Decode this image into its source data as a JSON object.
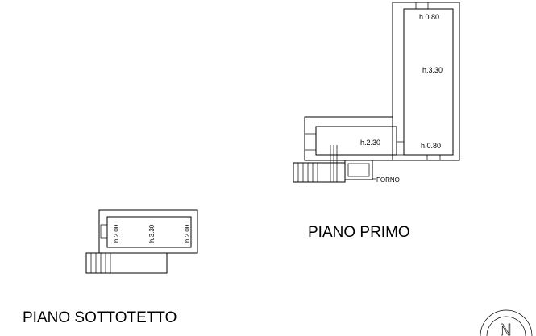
{
  "plans": {
    "primo": {
      "title": "PIANO PRIMO",
      "label_tall_top": "h.0.80",
      "label_tall_mid": "h.3.30",
      "label_tall_bottom": "h.0.80",
      "label_room": "h.2.30",
      "label_forno": "FORNO"
    },
    "sottotetto": {
      "title": "PIANO SOTTOTETTO",
      "label_left": "h.2.00",
      "label_mid": "h.3.30",
      "label_right": "h.2.00"
    }
  },
  "north_arrow": {
    "letter": "N"
  }
}
